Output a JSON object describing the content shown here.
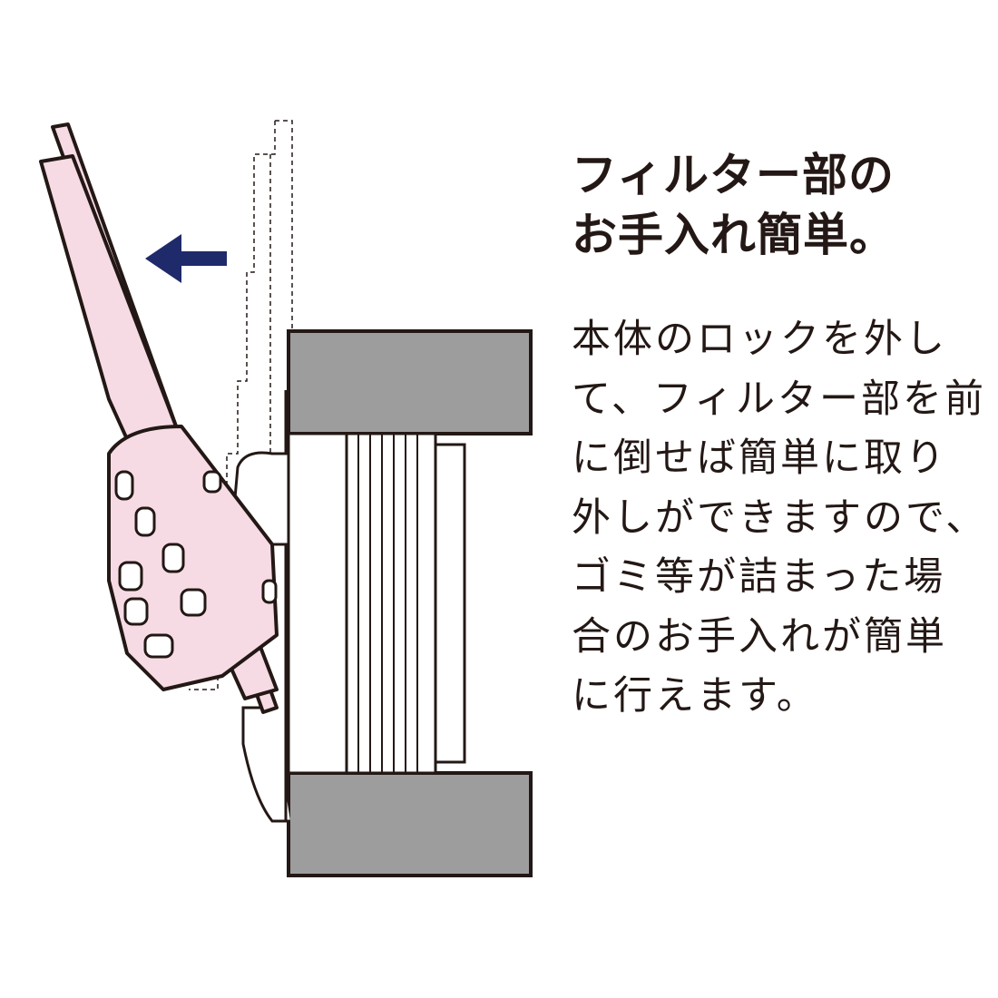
{
  "heading": {
    "lines": [
      "フィルター部の",
      "お手入れ簡単。"
    ]
  },
  "description": {
    "lines": [
      "本体のロックを外し",
      "て、フィルター部を前",
      "に倒せば簡単に取り",
      "外しができますので、",
      "ゴミ等が詰まった場",
      "合のお手入れが簡単",
      "に行えます。"
    ]
  },
  "colors": {
    "arrow": "#1f2a6b",
    "filter_panel": "#f6dbe5",
    "wall": "#9d9d9d",
    "outline": "#231815"
  }
}
